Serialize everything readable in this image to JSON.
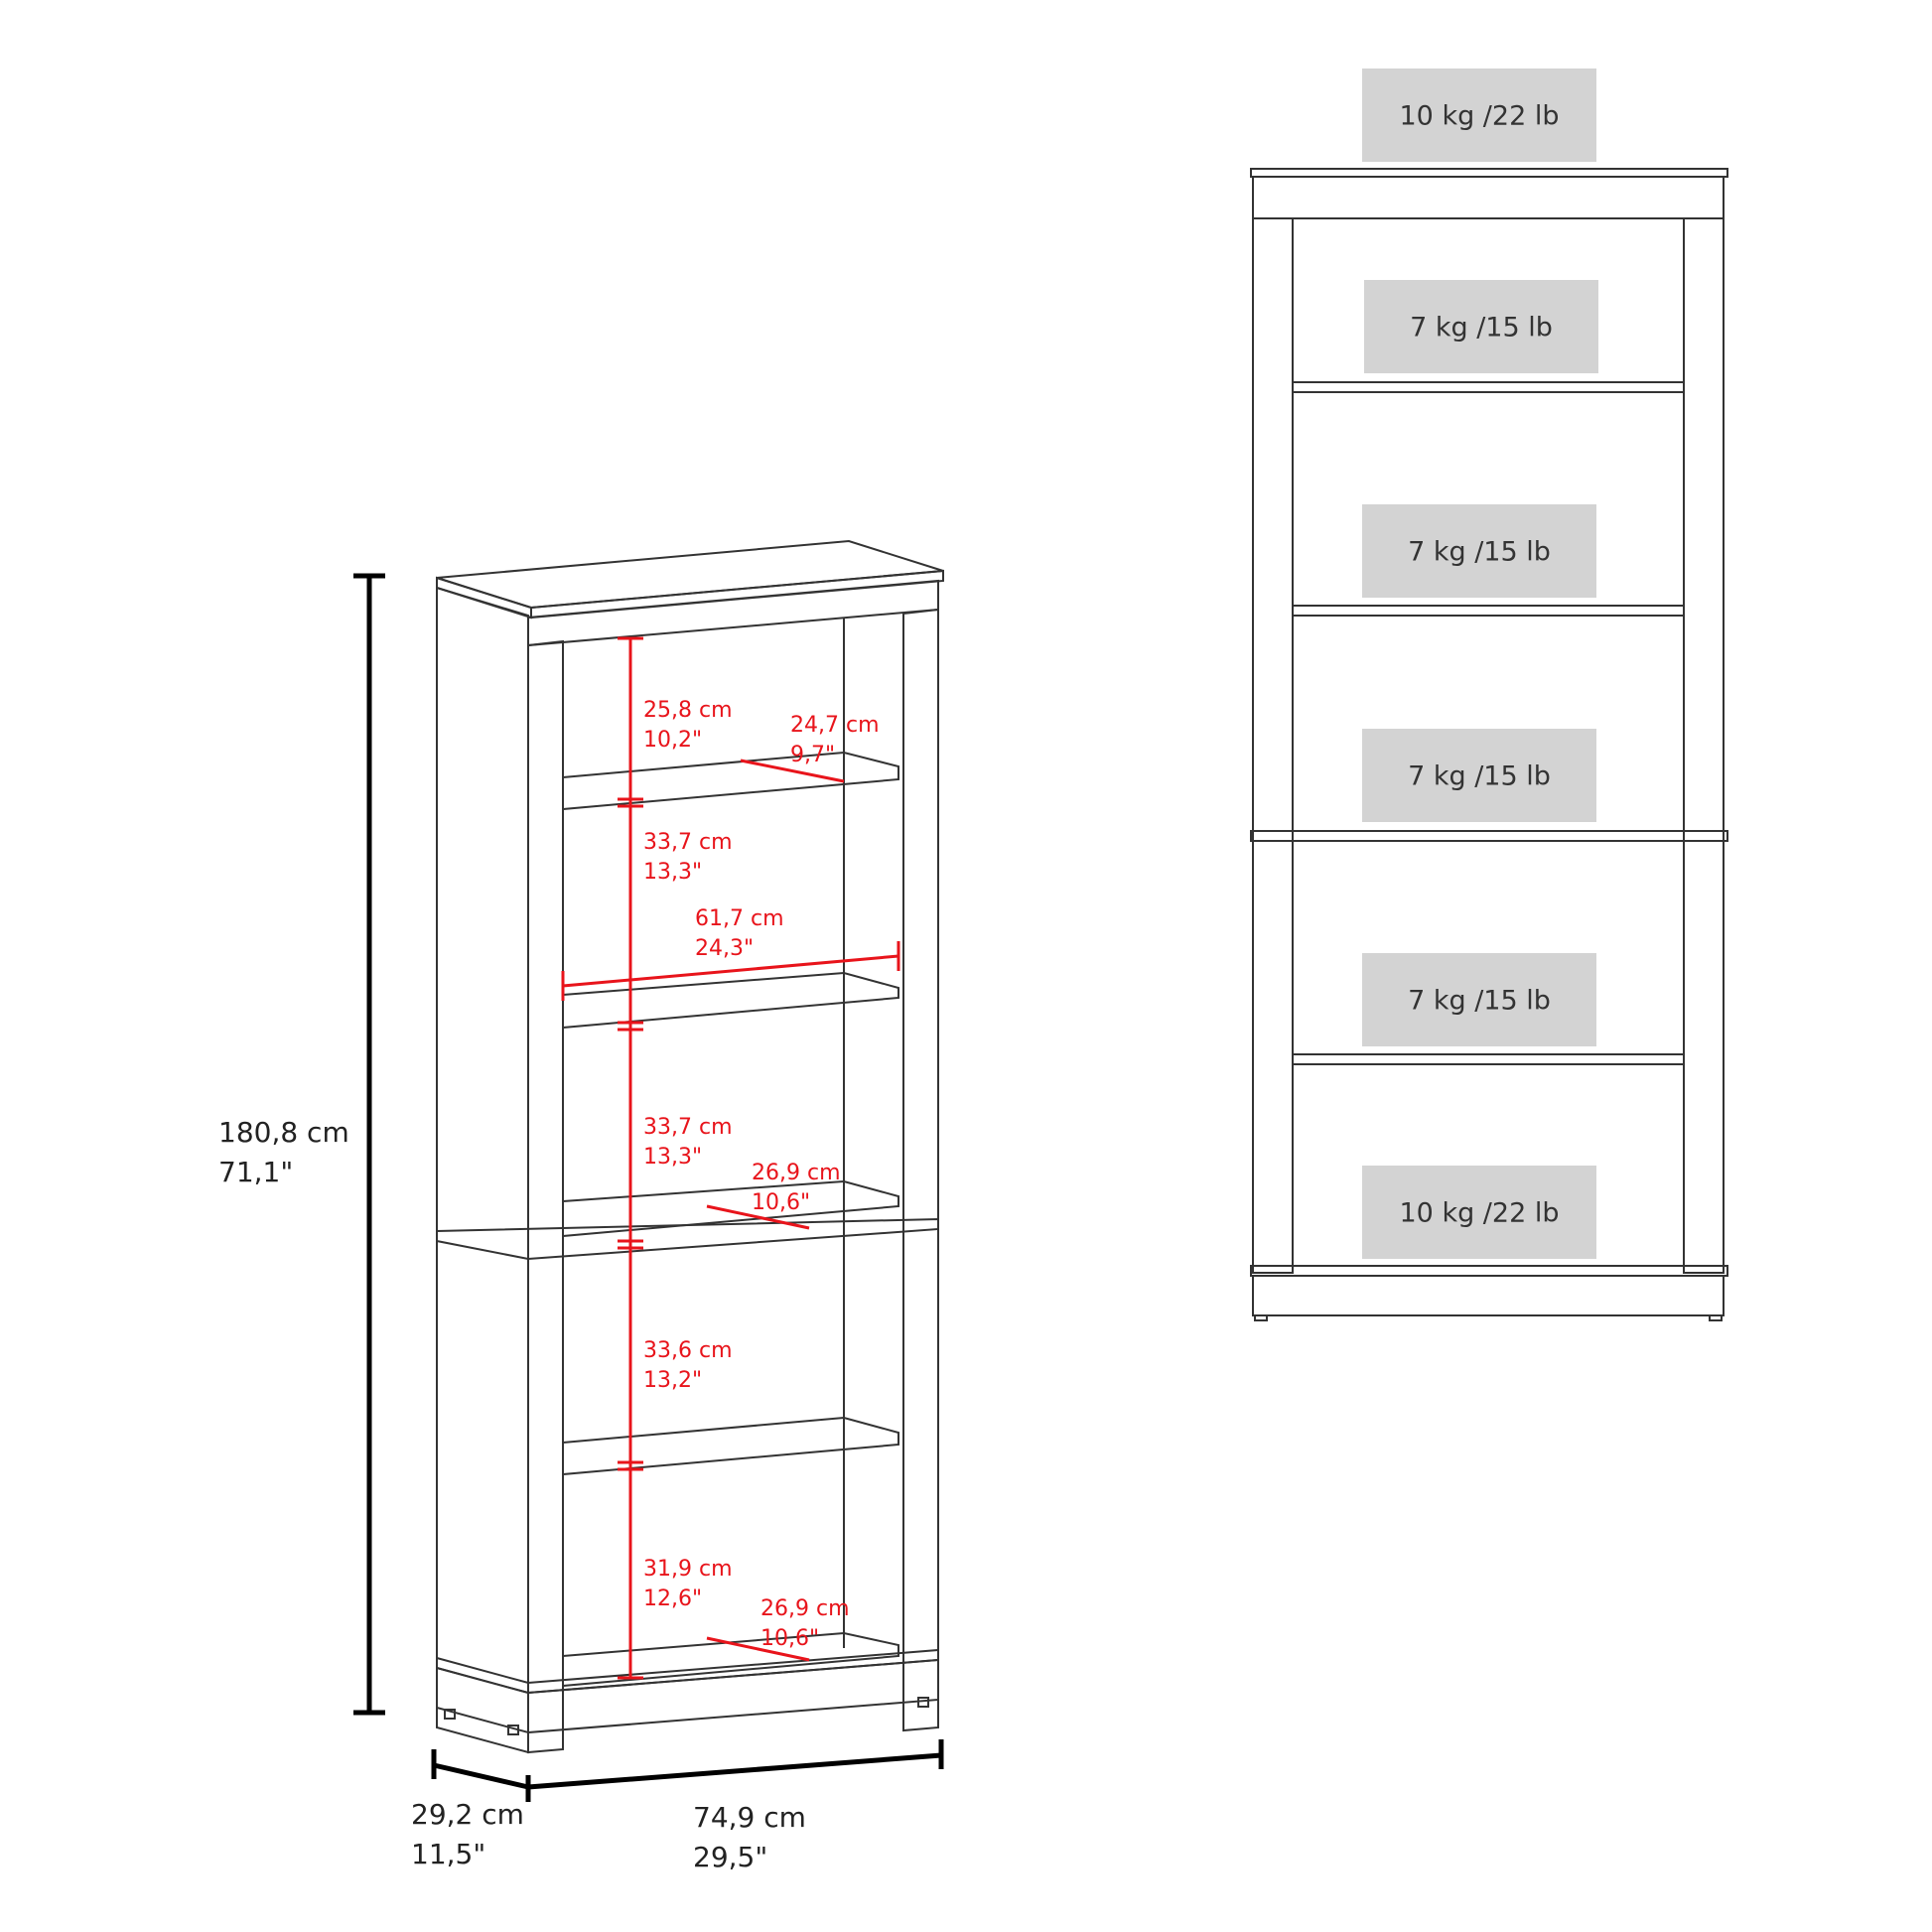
{
  "overall": {
    "height": {
      "cm": "180,8 cm",
      "in": "71,1\""
    },
    "depth": {
      "cm": "29,2 cm",
      "in": "11,5\""
    },
    "width": {
      "cm": "74,9 cm",
      "in": "29,5\""
    }
  },
  "interior": {
    "shelf_heights": [
      {
        "cm": "25,8 cm",
        "in": "10,2\""
      },
      {
        "cm": "33,7 cm",
        "in": "13,3\""
      },
      {
        "cm": "33,7 cm",
        "in": "13,3\""
      },
      {
        "cm": "33,6 cm",
        "in": "13,2\""
      },
      {
        "cm": "31,9 cm",
        "in": "12,6\""
      }
    ],
    "inner_width": {
      "cm": "61,7 cm",
      "in": "24,3\""
    },
    "shelf_depths": [
      {
        "cm": "24,7 cm",
        "in": "9,7\""
      },
      {
        "cm": "26,9 cm",
        "in": "10,6\""
      },
      {
        "cm": "26,9 cm",
        "in": "10,6\""
      }
    ]
  },
  "load_capacities": [
    "10 kg /22 lb",
    "7 kg /15 lb",
    "7 kg /15 lb",
    "7 kg /15 lb",
    "7 kg /15 lb",
    "10 kg /22 lb"
  ],
  "colors": {
    "dimension_red": "#e8141b",
    "outline": "#333333",
    "capacity_box": "#d3d3d3"
  }
}
